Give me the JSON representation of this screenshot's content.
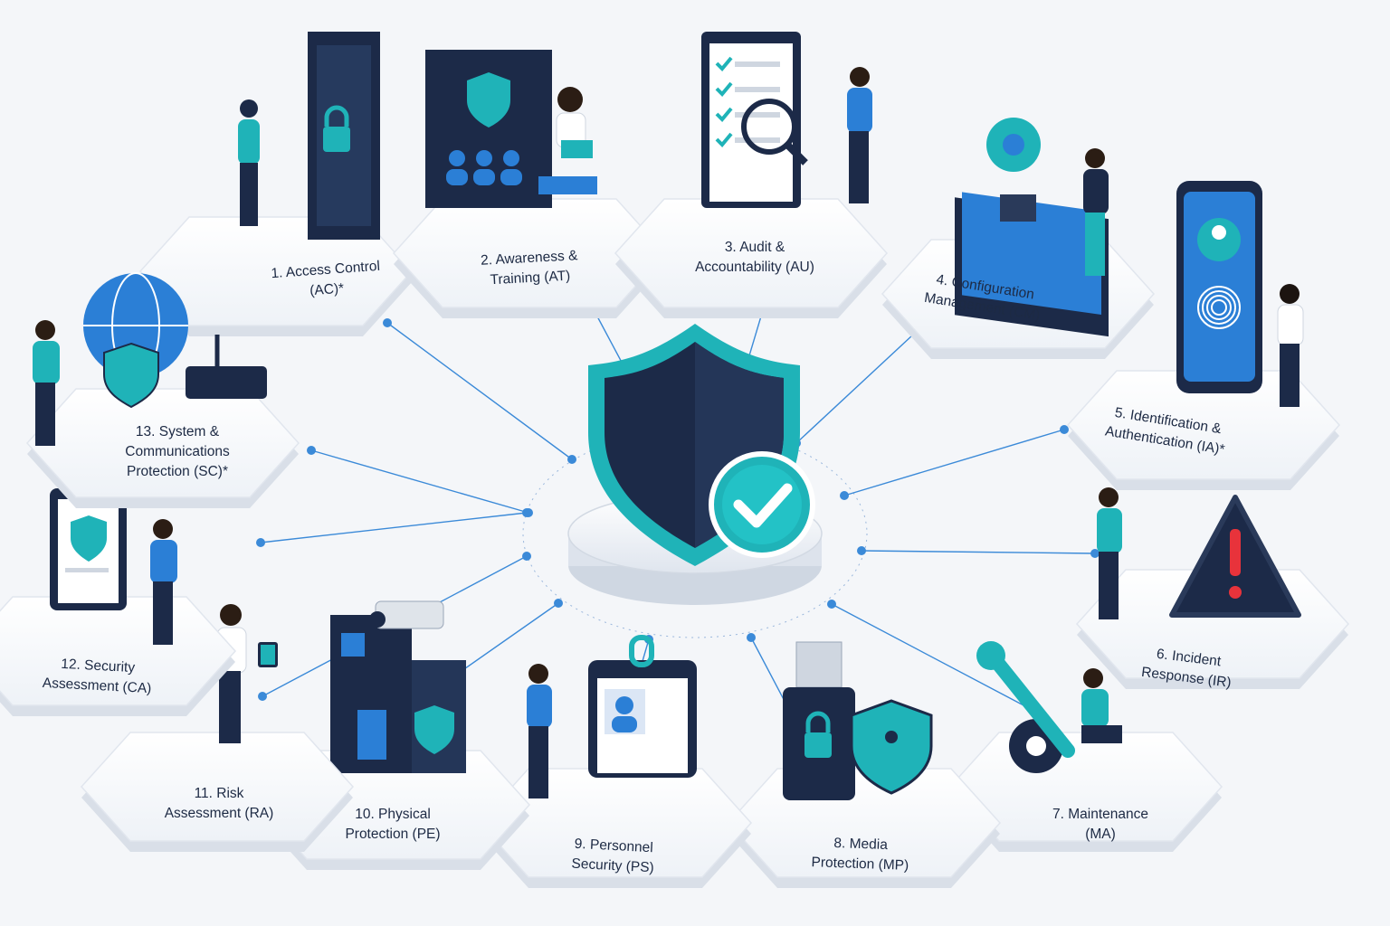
{
  "diagram": {
    "colors": {
      "navy": "#1c2a48",
      "teal": "#1fb3b8",
      "blue": "#2b7fd6",
      "platform": "#ffffff",
      "line": "#3b8ad8"
    },
    "center_icon": "shield-check-icon",
    "domains": [
      {
        "id": "ac",
        "line1": "1. Access Control",
        "line2": "(AC)*",
        "icon": "door-lock-key-icon"
      },
      {
        "id": "at",
        "line1": "2. Awareness &",
        "line2": "Training (AT)",
        "icon": "training-screen-icon"
      },
      {
        "id": "au",
        "line1": "3. Audit &",
        "line2": "Accountability (AU)",
        "icon": "clipboard-magnifier-icon"
      },
      {
        "id": "cm",
        "line1": "4. Configuration",
        "line2": "Management (CM)",
        "icon": "monitor-gear-icon"
      },
      {
        "id": "ia",
        "line1": "5. Identification &",
        "line2": "Authentication (IA)*",
        "icon": "phone-fingerprint-icon"
      },
      {
        "id": "ir",
        "line1": "6. Incident",
        "line2": "Response (IR)",
        "icon": "warning-triangle-icon"
      },
      {
        "id": "ma",
        "line1": "7. Maintenance",
        "line2": "(MA)",
        "icon": "wrench-gear-icon"
      },
      {
        "id": "mp",
        "line1": "8. Media",
        "line2": "Protection (MP)",
        "icon": "usb-lock-icon"
      },
      {
        "id": "ps",
        "line1": "9. Personnel",
        "line2": "Security (PS)",
        "icon": "id-badge-icon"
      },
      {
        "id": "pe",
        "line1": "10. Physical",
        "line2": "Protection (PE)",
        "icon": "building-camera-icon"
      },
      {
        "id": "ra",
        "line1": "11. Risk",
        "line2": "Assessment (RA)",
        "icon": "person-tablet-icon"
      },
      {
        "id": "ca",
        "line1": "12. Security",
        "line2": "Assessment (CA)",
        "icon": "clipboard-shield-icon"
      },
      {
        "id": "sc",
        "line1": "13. System &",
        "line2": "Communications",
        "line3": "Protection (SC)*",
        "icon": "globe-router-icon"
      }
    ]
  }
}
